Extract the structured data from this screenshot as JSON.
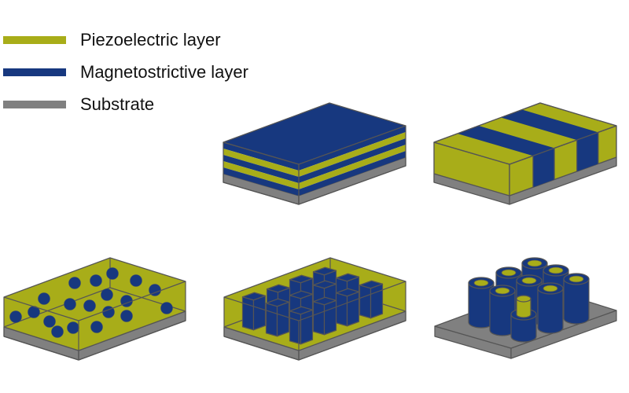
{
  "legend": {
    "items": [
      {
        "label": "Piezoelectric layer",
        "color": "#a8ad19"
      },
      {
        "label": "Magnetostrictive layer",
        "color": "#17387f"
      },
      {
        "label": "Substrate",
        "color": "#808080"
      }
    ]
  },
  "colors": {
    "piezo": "#a8ad19",
    "magneto": "#17387f",
    "substrate": "#808080",
    "edge": "#555555"
  },
  "structures": [
    {
      "name": "multilayer"
    },
    {
      "name": "stripes"
    },
    {
      "name": "particles"
    },
    {
      "name": "pillars"
    },
    {
      "name": "core-shell-rods"
    }
  ]
}
